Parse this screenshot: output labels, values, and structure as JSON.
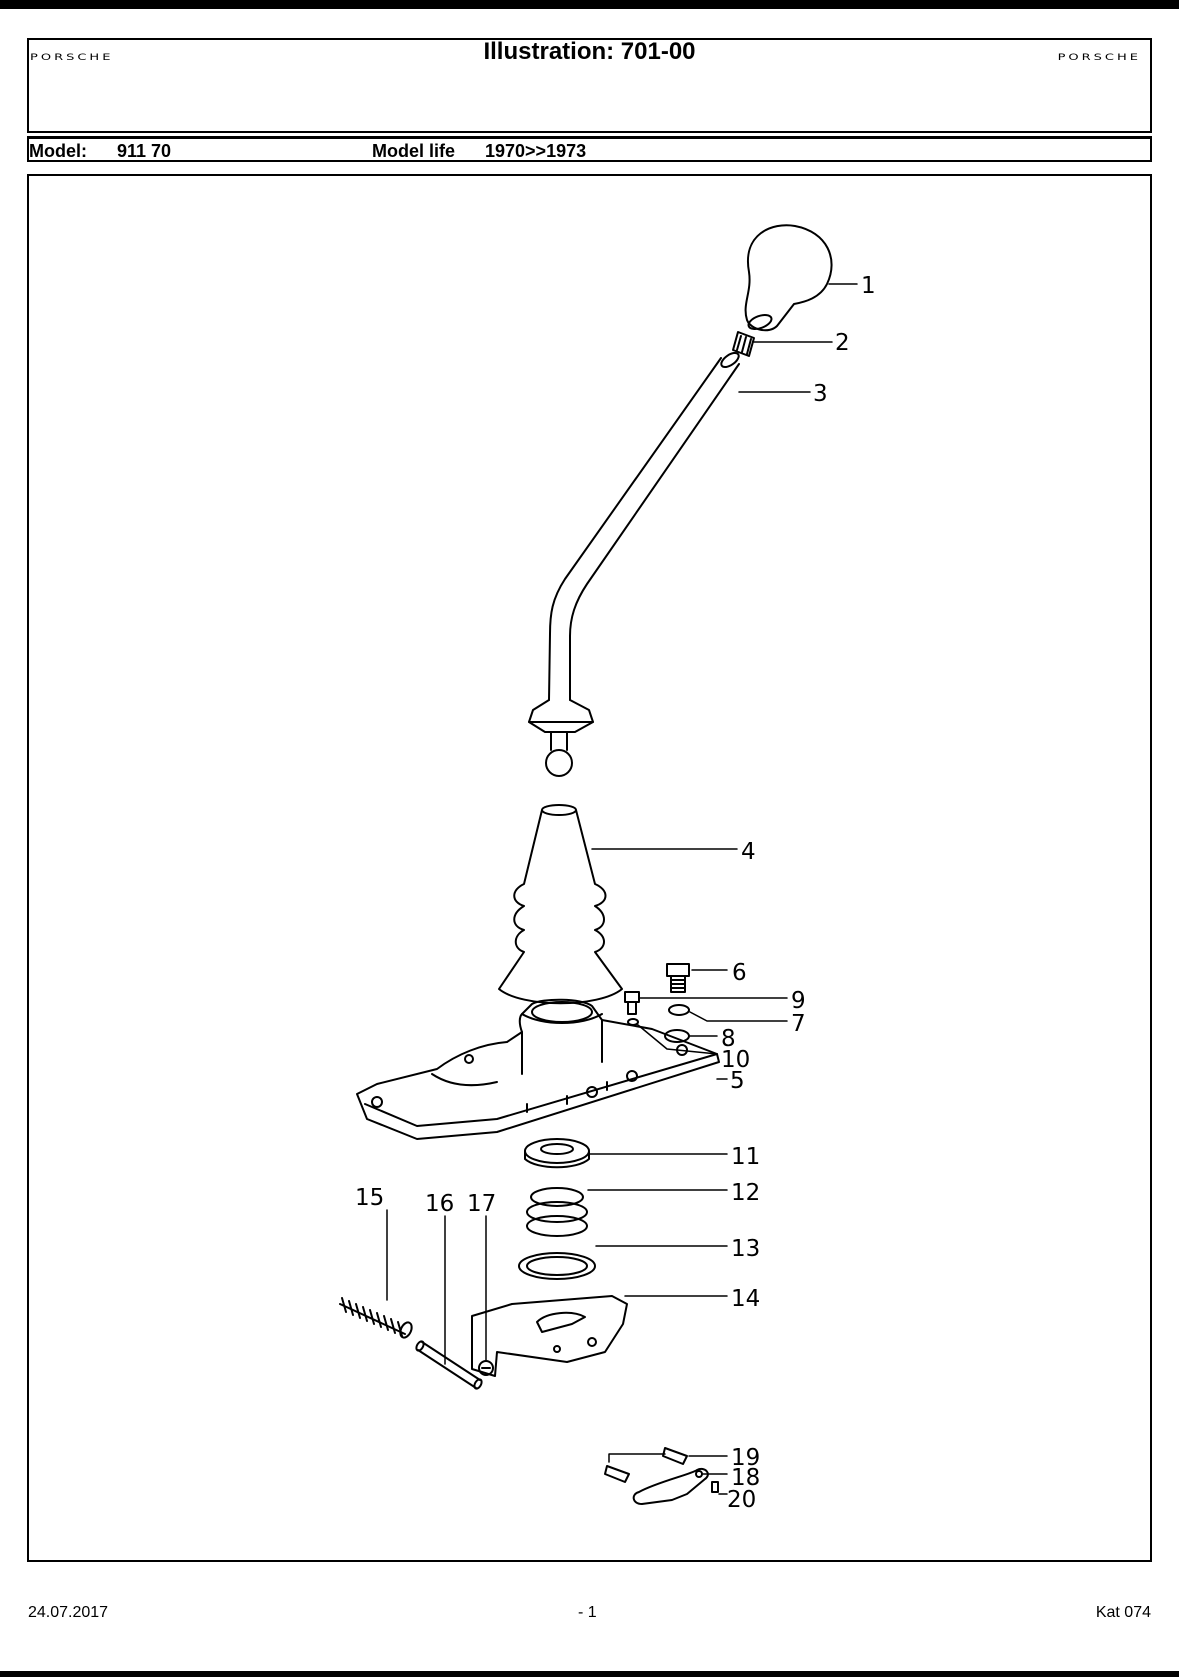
{
  "header": {
    "brand_left": "PORSCHE",
    "brand_right": "PORSCHE",
    "title": "Illustration: 701-00"
  },
  "model": {
    "label": "Model:",
    "value": "911 70",
    "life_label": "Model life",
    "life_value": "1970>>1973"
  },
  "diagram": {
    "callouts": [
      "1",
      "2",
      "3",
      "4",
      "5",
      "6",
      "7",
      "8",
      "9",
      "10",
      "11",
      "12",
      "13",
      "14",
      "15",
      "16",
      "17",
      "18",
      "19",
      "20"
    ]
  },
  "footer": {
    "date": "24.07.2017",
    "page": "- 1",
    "catalog": "Kat 074"
  }
}
